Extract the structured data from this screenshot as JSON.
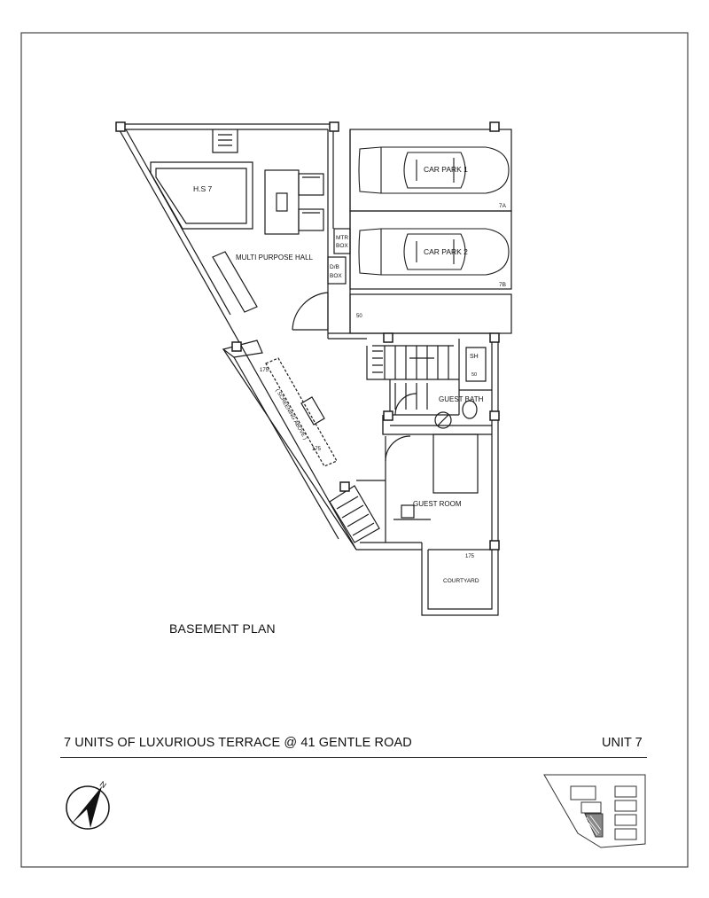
{
  "sheet": {
    "caption": "BASEMENT PLAN",
    "project_title": "7 UNITS OF LUXURIOUS TERRACE @ 41 GENTLE ROAD",
    "unit_label": "UNIT 7",
    "north_label": "N"
  },
  "plan": {
    "labels": {
      "hs": "H.S 7",
      "car_park_1": "CAR PARK 1",
      "car_park_2": "CAR PARK 2",
      "lot_7a": "7A",
      "lot_7b": "7B",
      "mtr_box_1": "MTR",
      "mtr_box_2": "BOX",
      "db_box_1": "D/B",
      "db_box_2": "BOX",
      "multi_purpose_hall": "MULTI PURPOSE HALL",
      "dim_50": "50",
      "sh": "SH",
      "sh_dim": "50",
      "guest_bath": "GUEST BATH",
      "screening": "( SCREENING ABOVE )",
      "dim_175_a": "175",
      "dim_175_b": "175",
      "dim_175_c": "175",
      "guest_room": "GUEST ROOM",
      "courtyard": "COURTYARD"
    }
  },
  "colors": {
    "line": "#1a1a1a",
    "hatch": "#555555",
    "paper": "#ffffff"
  }
}
